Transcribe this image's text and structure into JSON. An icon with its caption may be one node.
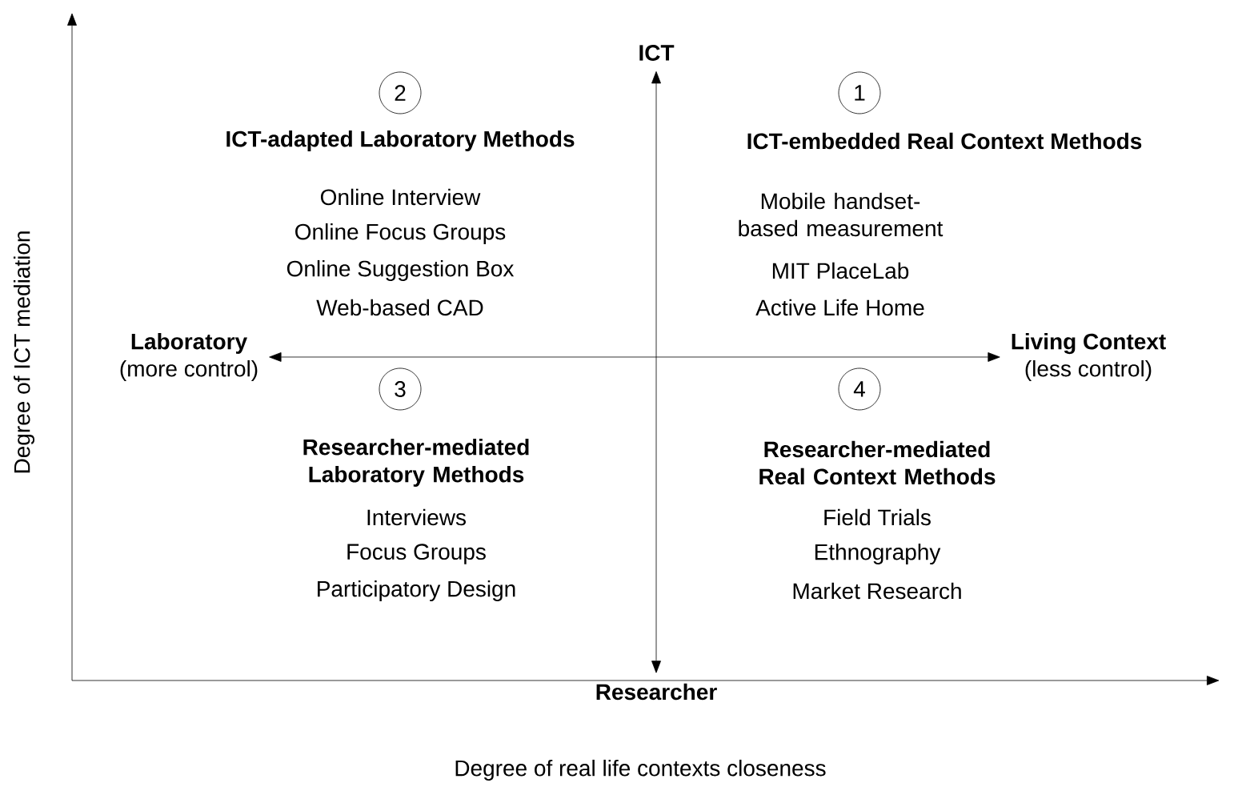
{
  "diagram": {
    "nodes": [
      {
        "text": [
          "ICT"
        ]
      },
      {
        "text": [
          "Researcher"
        ]
      },
      {
        "text": [
          "Laboratory",
          "(more control)"
        ]
      },
      {
        "text": [
          "Living Context",
          "(less control)"
        ]
      },
      {
        "text": [
          "2"
        ]
      },
      {
        "text": [
          "1"
        ]
      },
      {
        "text": [
          "3"
        ]
      },
      {
        "text": [
          "4"
        ]
      }
    ],
    "edges": [
      {
        "from": 2,
        "to": 3,
        "arrow": "both"
      },
      {
        "from": 0,
        "to": 1,
        "arrow": "both"
      }
    ],
    "labels": [
      "ICT-adapted Laboratory Methods",
      "Online Interview",
      "Online Focus Groups",
      "Online Suggestion Box",
      "Web-based CAD",
      "ICT-embedded Real Context Methods",
      "Mobile handset-based measurement",
      "MIT PlaceLab",
      "Active Life Home",
      "Researcher-mediated Laboratory Methods",
      "Interviews",
      "Focus Groups",
      "Participatory Design",
      "Researcher-mediated Real Context Methods",
      "Field Trials",
      "Ethnography",
      "Market Research",
      "Degree of ICT mediation",
      "Degree of real life contexts closeness"
    ]
  }
}
